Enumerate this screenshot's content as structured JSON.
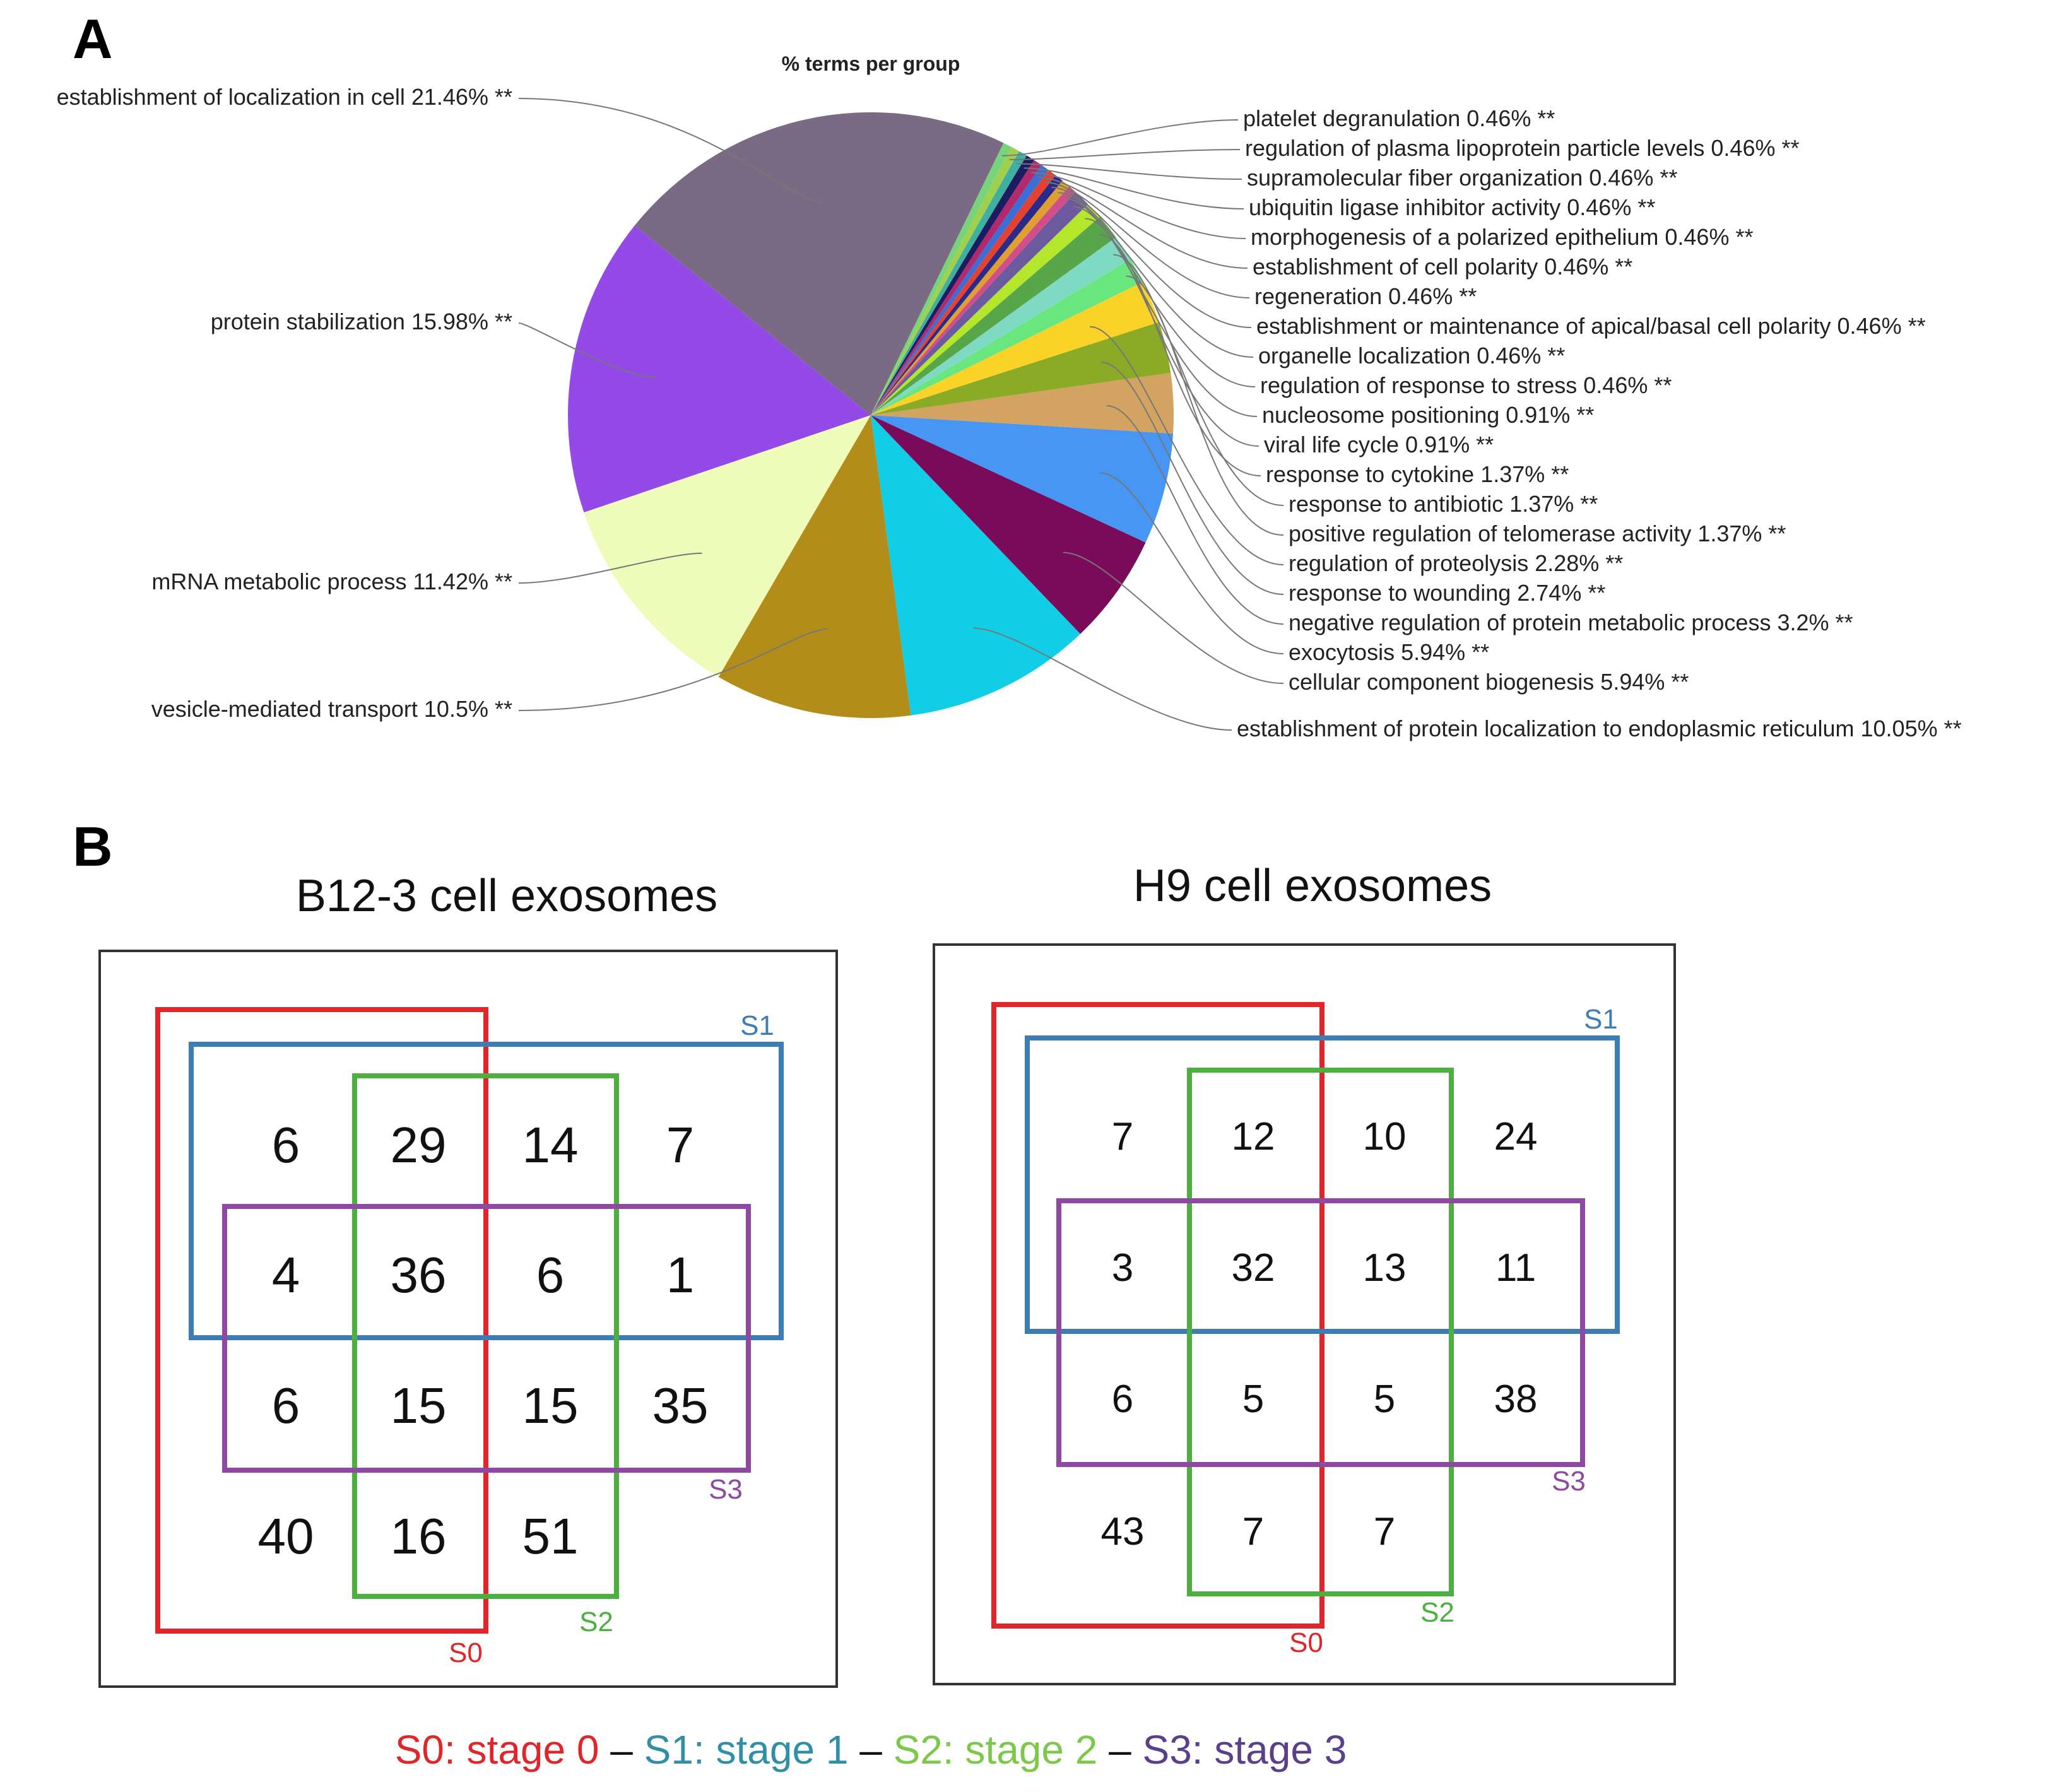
{
  "panel_letters": {
    "a": "A",
    "b": "B"
  },
  "colors": {
    "S0": "#e0262a",
    "S1": "#3d7db5",
    "S2": "#4caf3f",
    "S3": "#8e4aa3",
    "legend_S0": "#e0262a",
    "legend_S1": "#2f8fa6",
    "legend_S2": "#7cc94a",
    "legend_S3": "#5a3f8a"
  },
  "chart_data": [
    {
      "type": "pie",
      "title": "% terms per group",
      "slices": [
        {
          "label": "establishment of localization in cell 21.46% **",
          "value": 21.46,
          "color": "#7a6a83"
        },
        {
          "label": "protein stabilization 15.98% **",
          "value": 15.98,
          "color": "#944ae6"
        },
        {
          "label": "mRNA metabolic process 11.42% **",
          "value": 11.42,
          "color": "#eefbb9"
        },
        {
          "label": "vesicle-mediated transport 10.5% **",
          "value": 10.5,
          "color": "#b38d1a"
        },
        {
          "label": "establishment of protein localization to endoplasmic reticulum 10.05% **",
          "value": 10.05,
          "color": "#11cde5"
        },
        {
          "label": "cellular component biogenesis 5.94% **",
          "value": 5.94,
          "color": "#7a0b5a"
        },
        {
          "label": "exocytosis 5.94% **",
          "value": 5.94,
          "color": "#4796f3"
        },
        {
          "label": "negative regulation of protein metabolic process 3.2% **",
          "value": 3.2,
          "color": "#d3a461"
        },
        {
          "label": "response to wounding 2.74% **",
          "value": 2.74,
          "color": "#8bab26"
        },
        {
          "label": "regulation of proteolysis 2.28% **",
          "value": 2.28,
          "color": "#fbd227"
        },
        {
          "label": "positive regulation of telomerase activity 1.37% **",
          "value": 1.37,
          "color": "#6ae67f"
        },
        {
          "label": "response to antibiotic 1.37% **",
          "value": 1.37,
          "color": "#7edac3"
        },
        {
          "label": "response to cytokine 1.37% **",
          "value": 1.37,
          "color": "#57a64a"
        },
        {
          "label": "viral life cycle 0.91% **",
          "value": 0.91,
          "color": "#b4e62b"
        },
        {
          "label": "nucleosome positioning 0.91% **",
          "value": 0.91,
          "color": "#6c5a9e"
        },
        {
          "label": "regulation of response to stress 0.46% **",
          "value": 0.46,
          "color": "#d24e8a"
        },
        {
          "label": "organelle localization 0.46% **",
          "value": 0.46,
          "color": "#e0a030"
        },
        {
          "label": "establishment or maintenance of apical/basal cell polarity 0.46% **",
          "value": 0.46,
          "color": "#2a2a8a"
        },
        {
          "label": "regeneration 0.46% **",
          "value": 0.46,
          "color": "#e6412e"
        },
        {
          "label": "establishment of cell polarity 0.46% **",
          "value": 0.46,
          "color": "#3b6fd6"
        },
        {
          "label": "morphogenesis of a polarized epithelium 0.46% **",
          "value": 0.46,
          "color": "#b12a6e"
        },
        {
          "label": "ubiquitin ligase inhibitor activity 0.46% **",
          "value": 0.46,
          "color": "#1c1c60"
        },
        {
          "label": "supramolecular fiber organization 0.46% **",
          "value": 0.46,
          "color": "#3fb0a0"
        },
        {
          "label": "regulation of plasma lipoprotein particle levels 0.46% **",
          "value": 0.46,
          "color": "#a0d050"
        },
        {
          "label": "platelet degranulation 0.46% **",
          "value": 0.46,
          "color": "#78d47a"
        }
      ]
    },
    {
      "type": "table",
      "title": "B12-3 cell exosomes",
      "sets": [
        "S1",
        "S3",
        "S0",
        "S2"
      ],
      "grid": [
        [
          6,
          29,
          14,
          7
        ],
        [
          4,
          36,
          6,
          1
        ],
        [
          6,
          15,
          15,
          35
        ],
        [
          40,
          16,
          51,
          ""
        ]
      ]
    },
    {
      "type": "table",
      "title": "H9 cell exosomes",
      "sets": [
        "S1",
        "S3",
        "S0",
        "S2"
      ],
      "grid": [
        [
          7,
          12,
          10,
          24
        ],
        [
          3,
          32,
          13,
          11
        ],
        [
          6,
          5,
          5,
          38
        ],
        [
          43,
          7,
          7,
          ""
        ]
      ]
    }
  ],
  "legend": [
    {
      "key": "S0",
      "text": "S0: stage 0"
    },
    {
      "key": "sep",
      "text": " – "
    },
    {
      "key": "S1",
      "text": "S1: stage 1"
    },
    {
      "key": "sep",
      "text": " – "
    },
    {
      "key": "S2",
      "text": "S2: stage 2"
    },
    {
      "key": "sep",
      "text": " – "
    },
    {
      "key": "S3",
      "text": "S3: stage 3"
    }
  ]
}
